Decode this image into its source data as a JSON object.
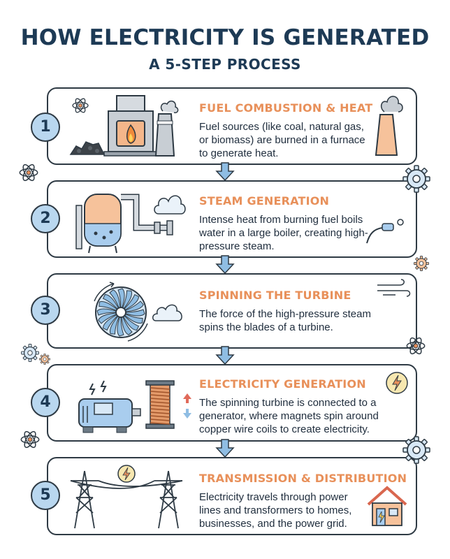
{
  "header": {
    "title": "HOW ELECTRICITY IS GENERATED",
    "subtitle": "A 5-STEP PROCESS"
  },
  "steps": [
    {
      "number": "1",
      "title": "FUEL COMBUSTION & HEAT",
      "description": "Fuel sources (like coal, natural gas, or biomass) are burned in a furnace to generate heat."
    },
    {
      "number": "2",
      "title": "STEAM GENERATION",
      "description": "Intense heat from burning fuel boils water in a large boiler, creating high-pressure steam."
    },
    {
      "number": "3",
      "title": "SPINNING THE TURBINE",
      "description": "The force of the high-pressure steam spins the blades of a turbine."
    },
    {
      "number": "4",
      "title": "ELECTRICITY GENERATION",
      "description": "The spinning turbine is connected to a generator, where magnets spin around copper wire coils to create electricity."
    },
    {
      "number": "5",
      "title": "TRANSMISSION & DISTRIBUTION",
      "description": "Electricity travels through power lines and transformers to homes, businesses, and the power grid."
    }
  ],
  "colors": {
    "accent": "#e8905a",
    "step_circle": "#b9d7ef",
    "outline": "#2e3a44",
    "title": "#1d3a55",
    "flow_arrow": "#8fbde3"
  },
  "icons": [
    "atom-icon",
    "furnace-icon",
    "smokestack-icon",
    "coal-pile-icon",
    "boiler-icon",
    "steam-cloud-icon",
    "pipe-icon",
    "gear-icon",
    "turbine-icon",
    "wind-icon",
    "generator-icon",
    "copper-coil-icon",
    "lightning-badge-icon",
    "power-tower-icon",
    "house-icon"
  ]
}
